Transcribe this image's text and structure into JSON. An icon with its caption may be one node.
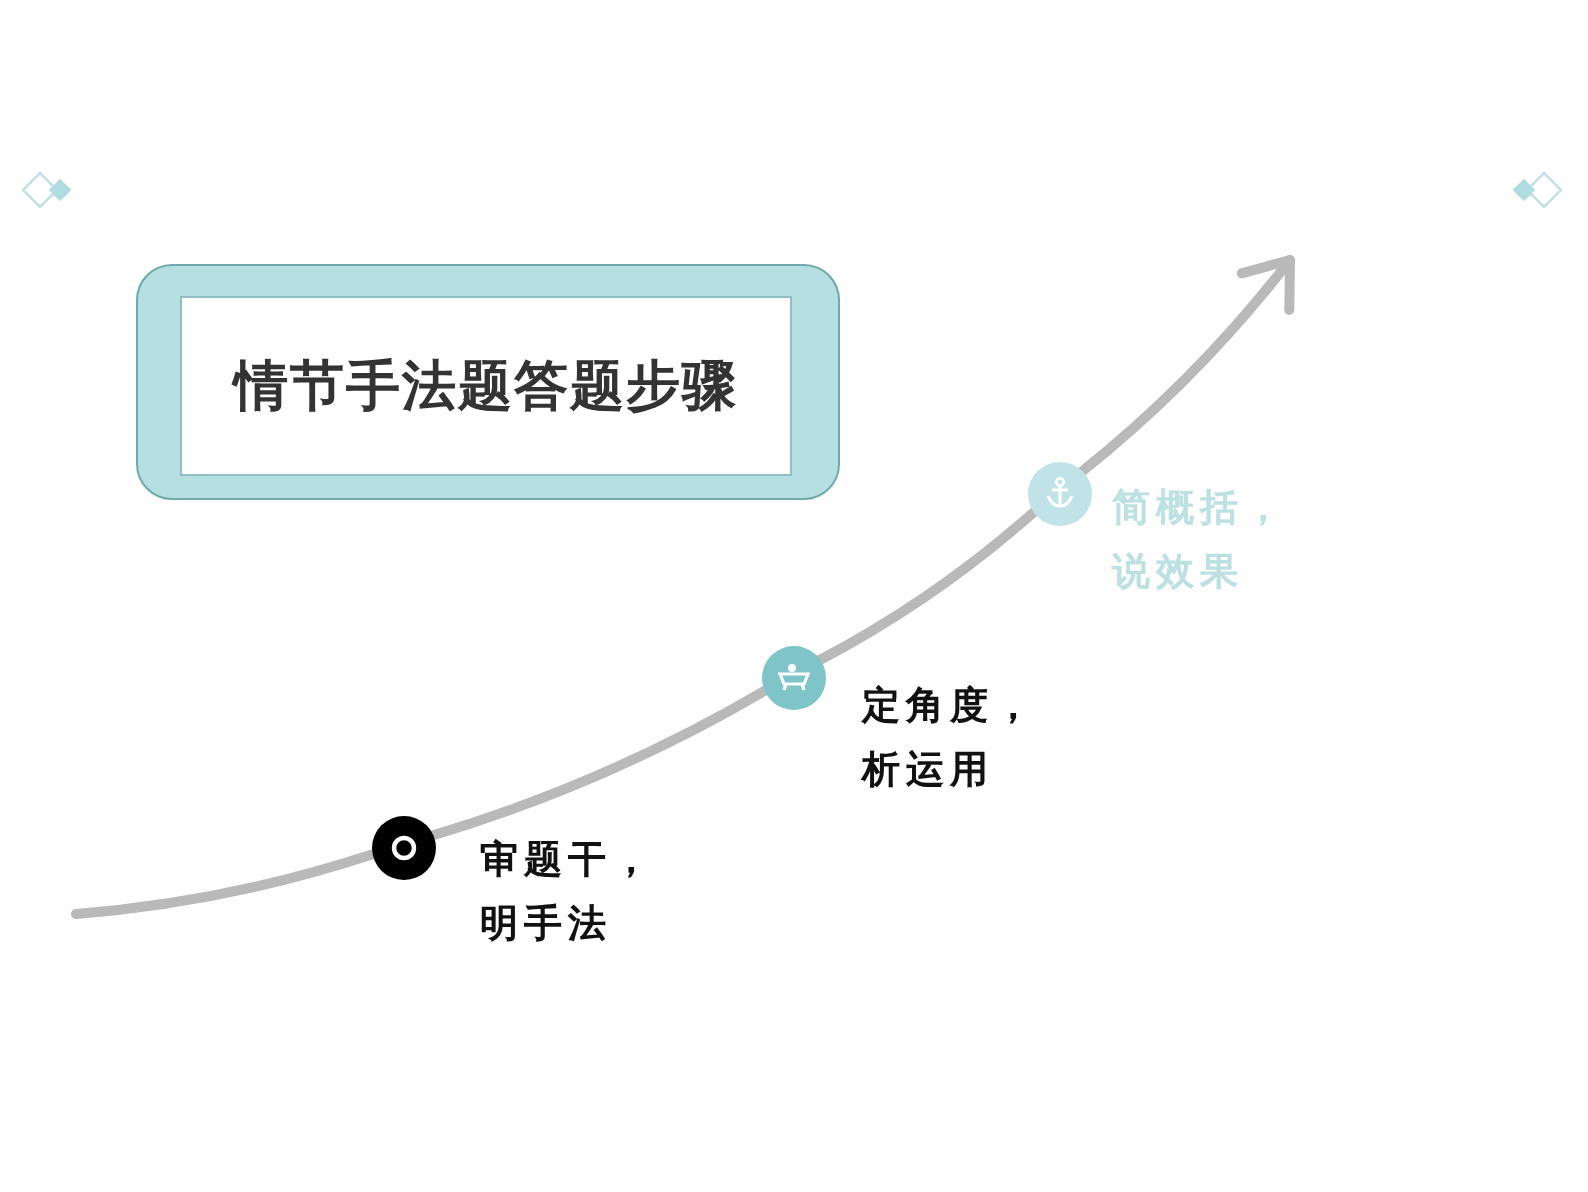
{
  "diagram": {
    "nodes": [
      {
        "text": [
          "情节手法题答题步骤"
        ]
      },
      {
        "text": [],
        "shape": "circle",
        "beside": [
          "审题干，明手法"
        ]
      },
      {
        "text": [],
        "shape": "circle",
        "beside": [
          "定角度，析运用"
        ]
      },
      {
        "text": [],
        "shape": "circle",
        "beside": [
          "简概括，说效果"
        ]
      }
    ],
    "edges": [
      {
        "from": null,
        "to": 1,
        "arrow": "none"
      },
      {
        "from": 1,
        "to": 2,
        "arrow": "none"
      },
      {
        "from": 2,
        "to": 3,
        "arrow": "none"
      },
      {
        "from": 3,
        "to": null,
        "arrow": "to"
      }
    ]
  }
}
